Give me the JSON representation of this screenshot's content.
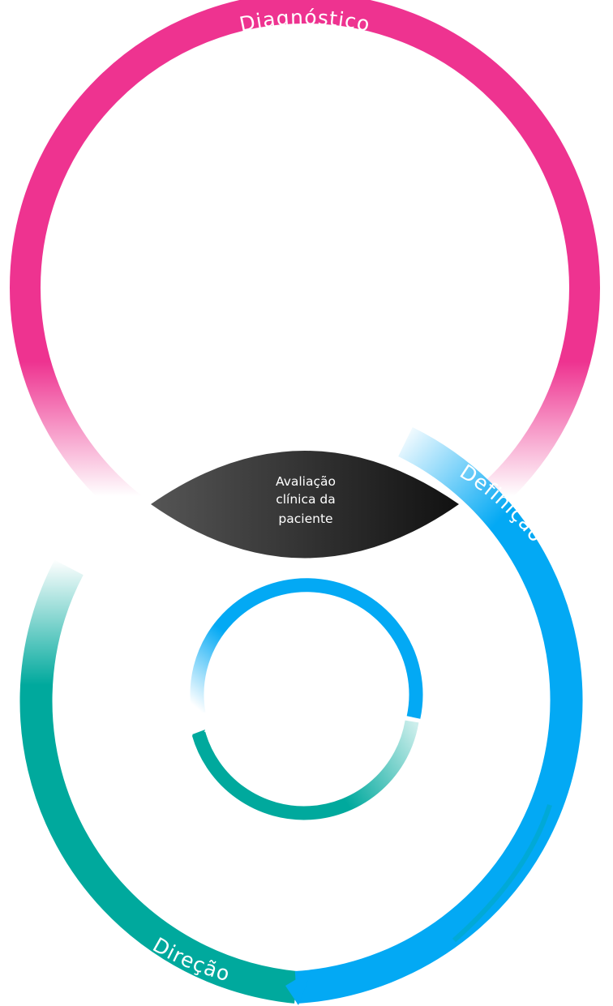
{
  "diagram": {
    "labels": {
      "top_ring": "Diagnóstico",
      "right_arc": "Definição",
      "bottom_ring": "Direção"
    },
    "center": {
      "line1": "Avaliação",
      "line2": "clínica da",
      "line3": "paciente"
    },
    "colors": {
      "pink": "#EE3390",
      "blue": "#03A9F4",
      "teal": "#00A99D",
      "lens_dark": "#1A1A1A",
      "lens_light": "#555555"
    }
  }
}
